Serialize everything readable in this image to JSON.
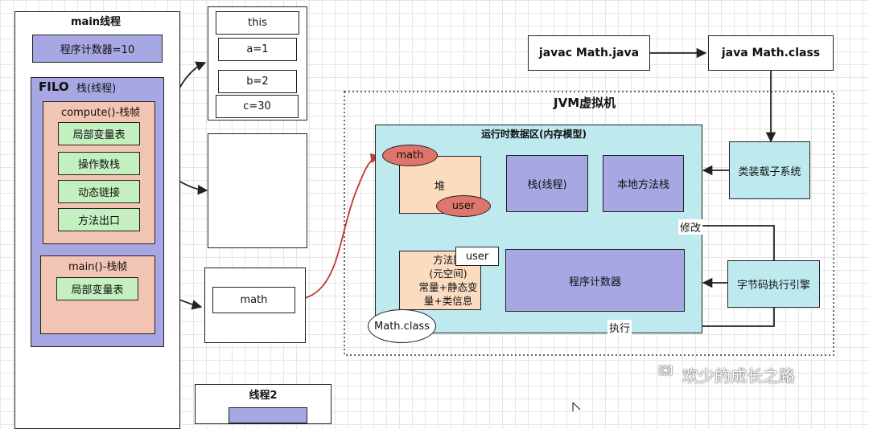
{
  "main_thread": {
    "title": "main线程",
    "pc": "程序计数器=10",
    "filo": "FILO",
    "stack": "栈(线程)",
    "compute_frame": {
      "title": "compute()-栈帧",
      "items": [
        "局部变量表",
        "操作数栈",
        "动态链接",
        "方法出口"
      ]
    },
    "main_frame": {
      "title": "main()-栈帧",
      "local_vars": "局部变量表"
    }
  },
  "local_var_table": {
    "items": [
      "this",
      "a=1",
      "b=2",
      "c=30"
    ]
  },
  "main_var": "math",
  "thread2": {
    "title": "线程2"
  },
  "compile": {
    "javac": "javac Math.java",
    "java": "java Math.class"
  },
  "jvm": {
    "title": "JVM虚拟机",
    "runtime_area": {
      "title": "运行时数据区(内存模型)",
      "heap": "堆",
      "heap_obj_math": "math",
      "heap_obj_user": "user",
      "stack": "栈(线程)",
      "native_stack": "本地方法栈",
      "method_area": "方法区\n(元空间)\n常量+静态变\n量+类信息",
      "method_area_user": "user",
      "pc": "程序计数器"
    },
    "class_loader": "类装载子系统",
    "engine": "字节码执行引擎",
    "math_class": "Math.class",
    "modify": "修改",
    "execute": "执行"
  },
  "watermark": "欢少的成长之路"
}
